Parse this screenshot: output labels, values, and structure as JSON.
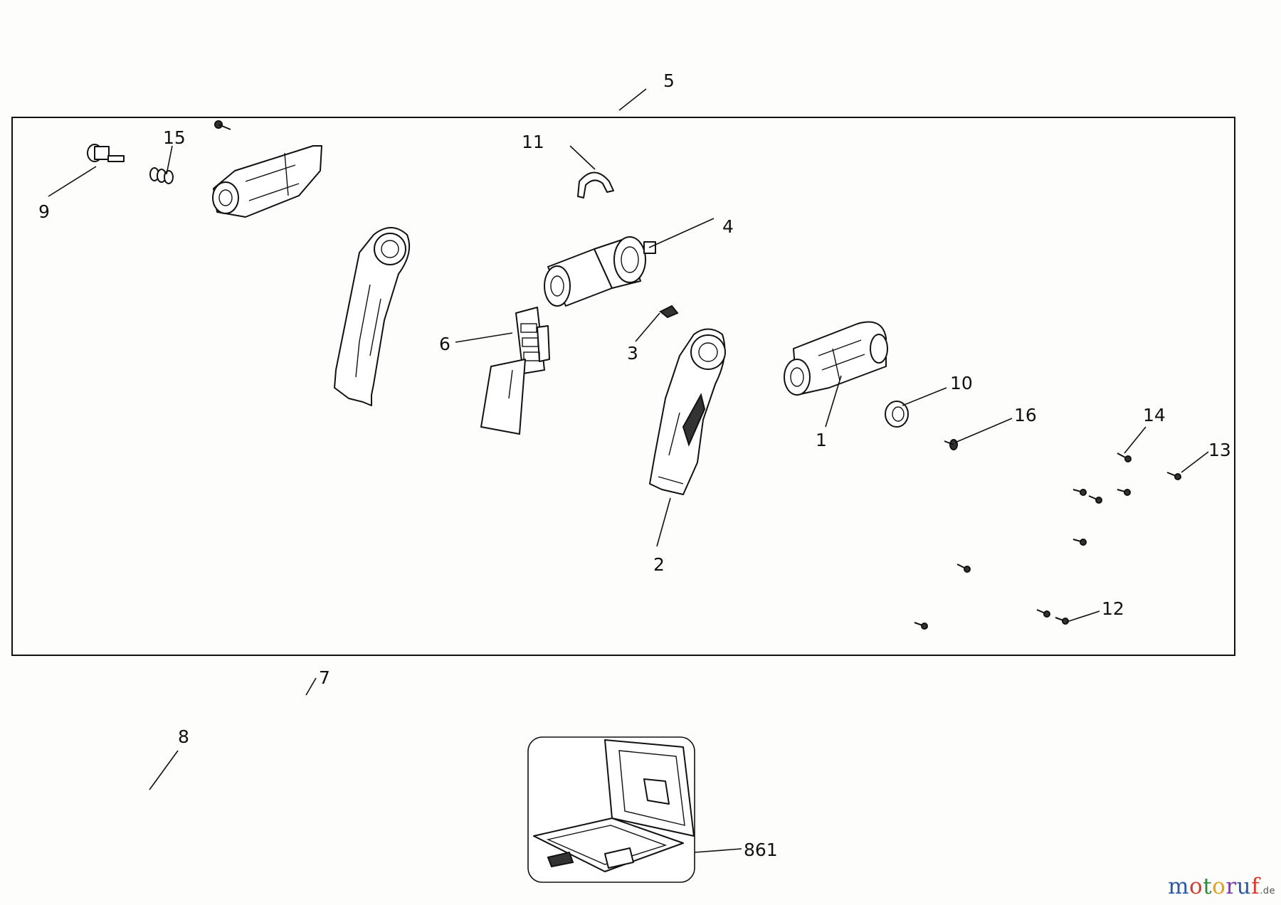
{
  "callouts": {
    "c1": "1",
    "c2": "2",
    "c3": "3",
    "c4": "4",
    "c5": "5",
    "c6": "6",
    "c7": "7",
    "c8": "8",
    "c9": "9",
    "c10": "10",
    "c11": "11",
    "c12": "12",
    "c13": "13",
    "c14": "14",
    "c15": "15",
    "c16": "16",
    "c861": "861"
  },
  "watermark": {
    "letters": [
      "m",
      "o",
      "t",
      "o",
      "r",
      "u",
      "f"
    ],
    "tld": ".de",
    "colors": [
      "#2b5aa6",
      "#d83a2e",
      "#2b8a3e",
      "#e2a11b",
      "#7a3fa0",
      "#2b5aa6",
      "#d83a2e"
    ]
  }
}
